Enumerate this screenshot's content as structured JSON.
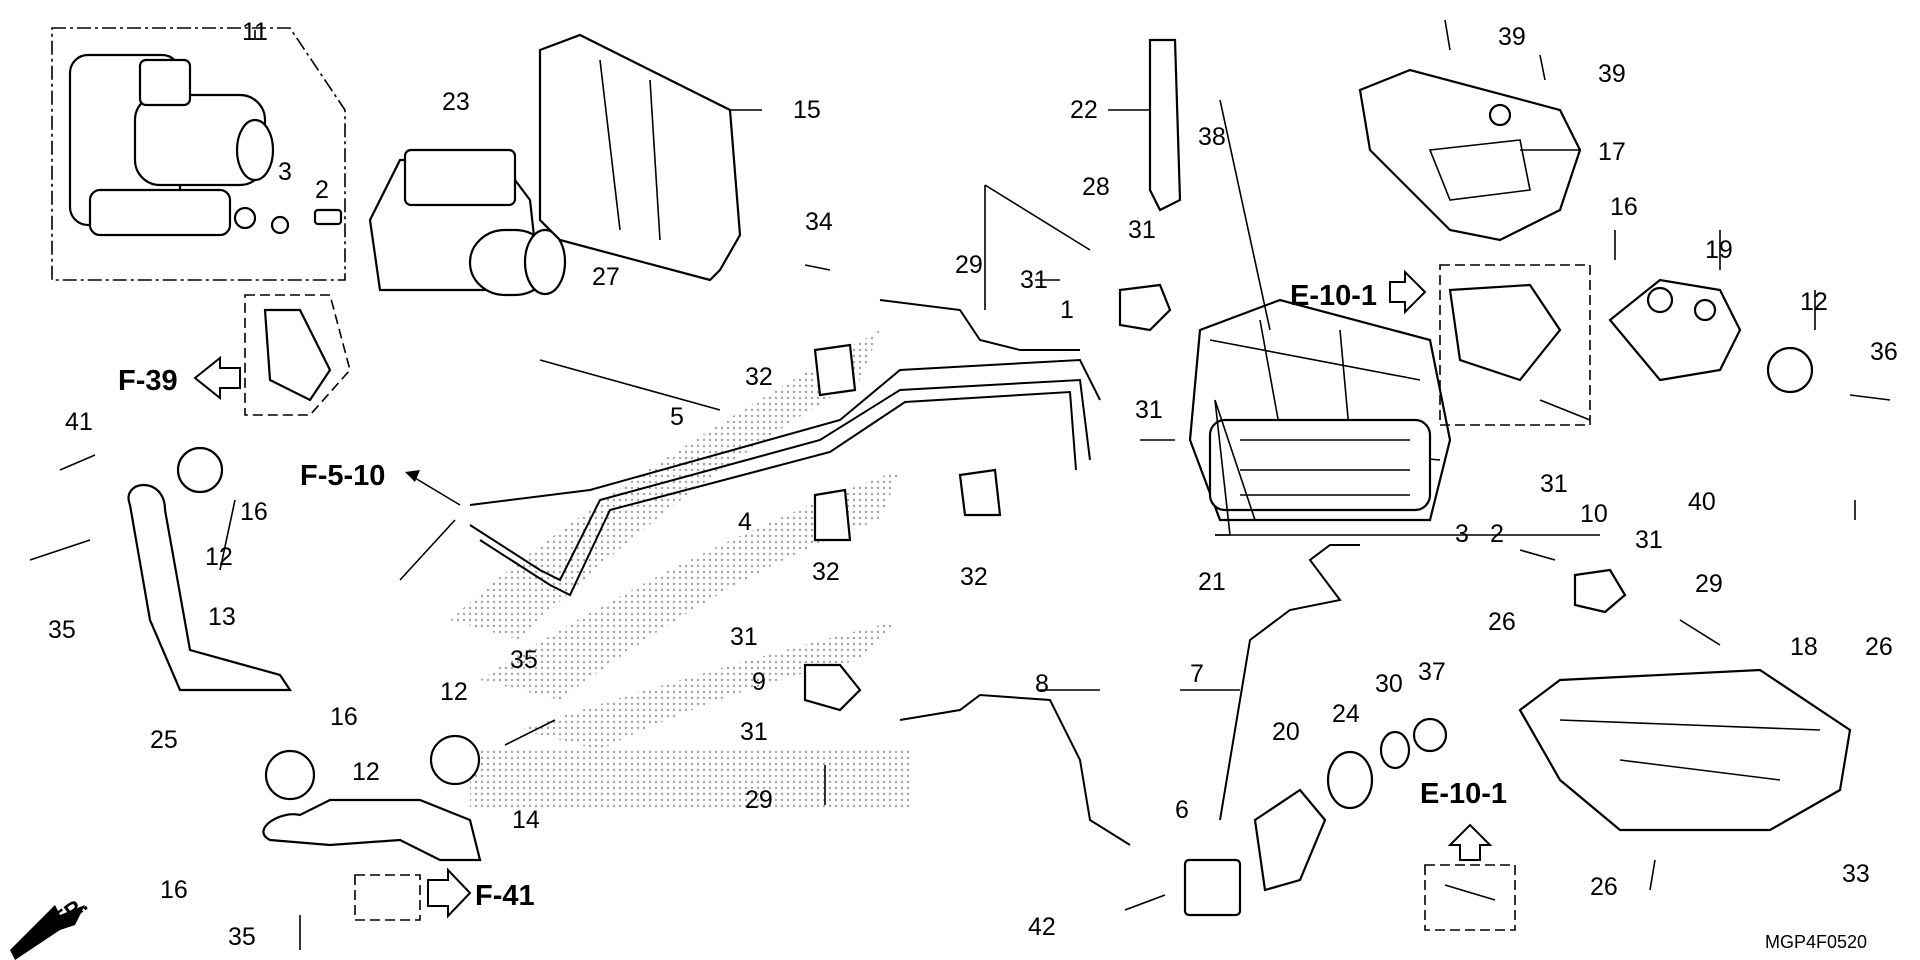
{
  "diagram": {
    "part_labels": [
      "1",
      "2",
      "3",
      "4",
      "5",
      "6",
      "7",
      "8",
      "9",
      "10",
      "11",
      "12",
      "13",
      "14",
      "15",
      "16",
      "17",
      "18",
      "19",
      "20",
      "21",
      "22",
      "23",
      "24",
      "25",
      "26",
      "27",
      "28",
      "29",
      "30",
      "31",
      "32",
      "33",
      "34",
      "35",
      "36",
      "37",
      "38",
      "39",
      "40",
      "41",
      "42"
    ],
    "references": {
      "f39": "F-39",
      "f510": "F-5-10",
      "f41": "F-41",
      "e101": "E-10-1"
    },
    "code": "MGP4F0520",
    "front_marker": "FR."
  }
}
